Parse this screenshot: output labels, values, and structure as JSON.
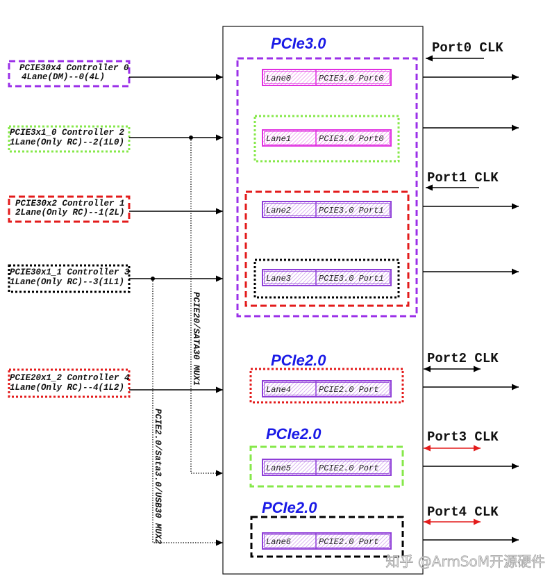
{
  "diagram": {
    "headings": [
      "PCIe3.0",
      "PCIe2.0",
      "PCIe2.0",
      "PCIe2.0"
    ],
    "controllers": [
      {
        "line1": "PCIE30x4 Controller 0",
        "line2": "4Lane(DM)--0(4L)"
      },
      {
        "line1": "PCIE3x1_0 Controller 2",
        "line2": "1Lane(Only RC)--2(1L0)"
      },
      {
        "line1": "PCIE30x2 Controller 1",
        "line2": "2Lane(Only RC)--1(2L)"
      },
      {
        "line1": "PCIE30x1_1 Controller 3",
        "line2": "1Lane(Only RC)--3(1L1)"
      },
      {
        "line1": "PCIE20x1_2 Controller 4",
        "line2": "1Lane(Only RC)--4(1L2)"
      }
    ],
    "lanes": [
      {
        "lane": "Lane0",
        "port": "PCIE3.0 Port0"
      },
      {
        "lane": "Lane1",
        "port": "PCIE3.0 Port0"
      },
      {
        "lane": "Lane2",
        "port": "PCIE3.0 Port1"
      },
      {
        "lane": "Lane3",
        "port": "PCIE3.0 Port1"
      },
      {
        "lane": "Lane4",
        "port": "PCIE2.0 Port"
      },
      {
        "lane": "Lane5",
        "port": "PCIE2.0 Port"
      },
      {
        "lane": "Lane6",
        "port": "PCIE2.0 Port"
      }
    ],
    "clocks": [
      "Port0 CLK",
      "Port1 CLK",
      "Port2 CLK",
      "Port3 CLK",
      "Port4 CLK"
    ],
    "muxes": [
      "PCIE20/SATA30 MUX1",
      "PCIE2.0/Sata3.0/USB30 MUX2"
    ]
  },
  "watermark": "知乎 @ArmSoM开源硬件",
  "colors": {
    "heading_blue": "#1a1ae6",
    "purple": "#9b30e8",
    "green": "#86e84a",
    "red": "#e31b1b",
    "black": "#000000",
    "lane_magenta": "#e02fe0",
    "lane_purple": "#8f3ed8"
  }
}
